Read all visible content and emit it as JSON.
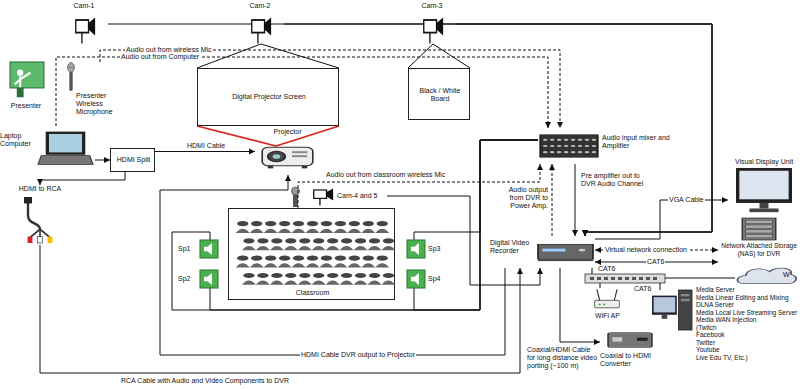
{
  "diagram": {
    "nodes": [
      {
        "text": [
          "Cam-1"
        ]
      },
      {
        "text": [
          "Cam-2"
        ]
      },
      {
        "text": [
          "Cam-3"
        ]
      },
      {
        "text": [
          "Presenter"
        ]
      },
      {
        "text": [
          "Presenter Wireless Microphone"
        ]
      },
      {
        "text": [
          "Digital Projector Screen"
        ]
      },
      {
        "text": [
          "Black / White Board"
        ]
      },
      {
        "text": [
          "Laptop Computer"
        ]
      },
      {
        "text": [
          "HDMI Split"
        ]
      },
      {
        "text": [
          "Projector"
        ]
      },
      {
        "text": [
          "Audio input mixer and Amplifier"
        ]
      },
      {
        "text": [
          "Digital Video Recorder"
        ]
      },
      {
        "text": [
          "Visual Display Unit"
        ]
      },
      {
        "text": [
          "Network Attached Storage (NAS) for DVR"
        ]
      },
      {
        "text": [
          "W"
        ]
      },
      {
        "text": [
          "WiFi AP"
        ]
      },
      {
        "text": [
          "Media Server",
          "Media Linear Editing and Mixing",
          "DLNA Server",
          "Media Local Live Streaming Server",
          "Media WAN Injection",
          "(Twitch",
          "Facebook",
          "Twitter",
          "Youtube",
          "Live Edu TV, Etc.)"
        ]
      },
      {
        "text": [
          "Coaxial to HDMI Converter"
        ]
      },
      {
        "text": [
          "HDMI to RCA"
        ]
      },
      {
        "text": [
          "Classroom"
        ]
      },
      {
        "text": [
          "Cam-4 and 5"
        ]
      },
      {
        "text": [
          "Sp1"
        ]
      },
      {
        "text": [
          "Sp2"
        ]
      },
      {
        "text": [
          "Sp3"
        ]
      },
      {
        "text": [
          "Sp4"
        ]
      }
    ],
    "edges": [
      {
        "from": 0,
        "to": 11,
        "arrow": "to"
      },
      {
        "from": 1,
        "to": 11,
        "arrow": "to"
      },
      {
        "from": 2,
        "to": 11,
        "arrow": "to"
      },
      {
        "from": 4,
        "to": 10,
        "label": "Audio out from wireless Mic",
        "arrow": "to"
      },
      {
        "from": 7,
        "to": 10,
        "label": "Audio out from Computer",
        "arrow": "to"
      },
      {
        "from": 7,
        "to": 8,
        "arrow": "to"
      },
      {
        "from": 8,
        "to": 9,
        "label": "HDMI Cable",
        "arrow": "to"
      },
      {
        "from": 8,
        "to": 18,
        "arrow": "to"
      },
      {
        "from": 18,
        "to": 11,
        "label": "RCA Cable with Audio and Video Components to DVR",
        "arrow": "to"
      },
      {
        "from": 11,
        "to": 9,
        "label": "HDMI Cable DVR output to Projector",
        "arrow": "to"
      },
      {
        "from": 10,
        "to": 11,
        "label": "Pre amplifier out to DVR Audio Channel",
        "arrow": "to"
      },
      {
        "from": 11,
        "to": 10,
        "label": "Audio output from DVR to Power Amp.",
        "arrow": "to"
      },
      {
        "from": 19,
        "to": 10,
        "label": "Audio out from classroom wireless Mic",
        "arrow": "to"
      },
      {
        "from": 20,
        "to": 11,
        "arrow": "to"
      },
      {
        "from": 11,
        "to": 12,
        "label": "VGA Cable",
        "arrow": "to"
      },
      {
        "from": 11,
        "to": 13,
        "label": "Virtual network connection",
        "arrow": "both"
      },
      {
        "from": 11,
        "to": 13,
        "label": "CAT6",
        "arrow": "both"
      },
      {
        "from": 11,
        "to": 17,
        "label": "Coaxial/HDMI Cable for long distance video porting (~100 m)",
        "arrow": "to"
      },
      {
        "from": 10,
        "to": 21,
        "arrow": "none"
      },
      {
        "from": 10,
        "to": 22,
        "arrow": "none"
      },
      {
        "from": 10,
        "to": 23,
        "arrow": "none"
      },
      {
        "from": 10,
        "to": 24,
        "arrow": "none"
      }
    ],
    "labels": [
      "CAT6",
      "CAT6"
    ]
  }
}
